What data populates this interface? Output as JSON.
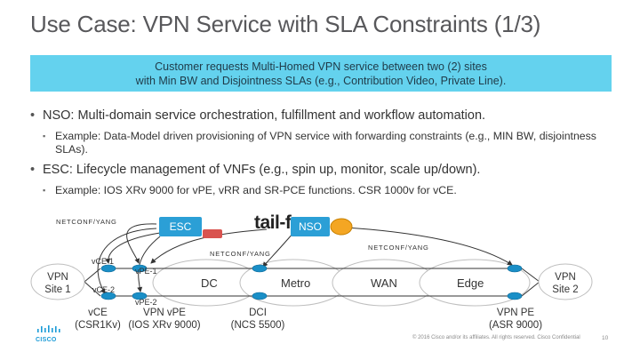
{
  "title": "Use Case: VPN Service with SLA Constraints (1/3)",
  "callout": {
    "line1": "Customer requests Multi-Homed VPN service between two (2) sites",
    "line2": "with Min BW and Disjointness SLAs (e.g., Contribution Video, Private Line)."
  },
  "bullets": [
    {
      "text": "NSO: Multi-domain service orchestration, fulfillment and workflow automation.",
      "sub": "Example: Data-Model driven provisioning of VPN service with forwarding constraints (e.g., MIN BW, disjointness SLAs)."
    },
    {
      "text": "ESC: Lifecycle management of VNFs (e.g., spin up, monitor, scale up/down).",
      "sub": "Example: IOS XRv 9000 for vPE, vRR and SR-PCE functions. CSR 1000v for vCE."
    }
  ],
  "diagram": {
    "netconf_left": "NETCONF/YANG",
    "netconf_mid": "NETCONF/YANG",
    "netconf_right": "NETCONF/YANG",
    "esc_label": "ESC",
    "tailf_label": "tail-f",
    "nso_label": "NSO",
    "vce1": "vCE-1",
    "vce2": "vCE-2",
    "vpe1": "vPE-1",
    "vpe2": "vPE-2",
    "dc": "DC",
    "metro": "Metro",
    "wan": "WAN",
    "edge": "Edge",
    "vpn_site1_a": "VPN",
    "vpn_site1_b": "Site 1",
    "vpn_site2_a": "VPN",
    "vpn_site2_b": "Site 2",
    "bottom_vce_a": "vCE",
    "bottom_vce_b": "(CSR1Kv)",
    "bottom_vpe_a": "VPN vPE",
    "bottom_vpe_b": "(IOS XRv 9000)",
    "bottom_dci_a": "DCI",
    "bottom_dci_b": "(NCS 5500)",
    "bottom_pe_a": "VPN PE",
    "bottom_pe_b": "(ASR 9000)"
  },
  "footer": {
    "copyright": "© 2016  Cisco and/or its affiliates. All rights reserved.    Cisco Confidential",
    "page": "10",
    "logo_text": "CISCO"
  },
  "colors": {
    "callout_bg": "#64d2ee",
    "box_blue": "#2b9fd6",
    "cloud": "#ffffff",
    "router": "#1a8fc7",
    "title": "#58585b"
  }
}
